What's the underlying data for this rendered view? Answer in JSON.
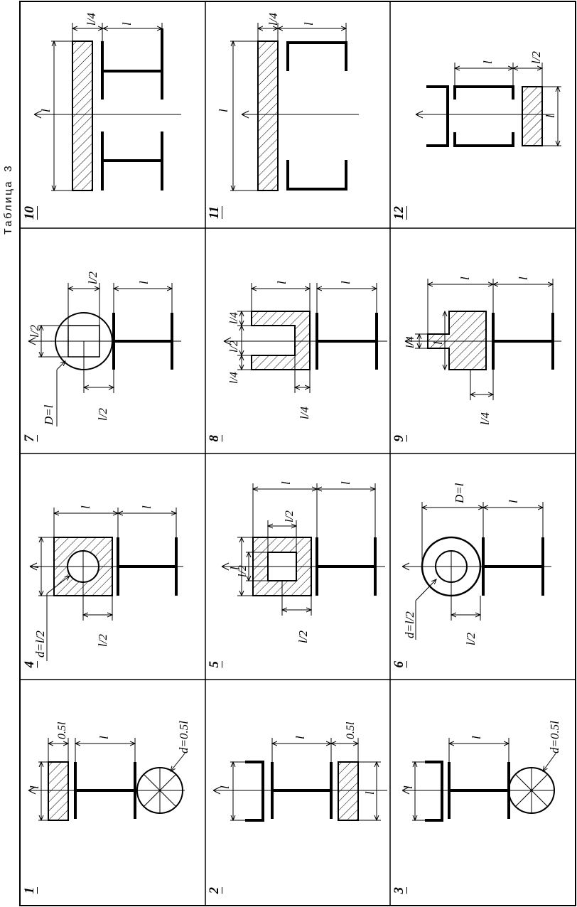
{
  "table": {
    "caption": "Таблица 3"
  },
  "cells": {
    "c1": {
      "number": "1",
      "labels": [
        "l",
        "0.5l",
        "l",
        "d=0.5l"
      ]
    },
    "c2": {
      "number": "2",
      "labels": [
        "l",
        "l",
        "0.5l",
        "l"
      ]
    },
    "c3": {
      "number": "3",
      "labels": [
        "l",
        "l",
        "d=0.5l"
      ]
    },
    "c4": {
      "number": "4",
      "labels": [
        "l",
        "l",
        "l",
        "d=l/2",
        "l/2"
      ]
    },
    "c5": {
      "number": "5",
      "labels": [
        "l",
        "l/2",
        "l/2",
        "l",
        "l",
        "l/2"
      ]
    },
    "c6": {
      "number": "6",
      "labels": [
        "D=l",
        "l",
        "d=l/2",
        "l/2"
      ]
    },
    "c7": {
      "number": "7",
      "labels": [
        "l/2",
        "l/2",
        "l",
        "D=l",
        "l/2"
      ]
    },
    "c8": {
      "number": "8",
      "labels": [
        "l/4",
        "l/2",
        "l/4",
        "l",
        "l",
        "l/4"
      ]
    },
    "c9": {
      "number": "9",
      "labels": [
        "l/4",
        "l",
        "l",
        "l",
        "l/4"
      ]
    },
    "c10": {
      "number": "10",
      "labels": [
        "l/4",
        "l",
        "l"
      ]
    },
    "c11": {
      "number": "11",
      "labels": [
        "l/4",
        "l",
        "l"
      ]
    },
    "c12": {
      "number": "12",
      "labels": [
        "l/2",
        "l",
        "l"
      ]
    }
  }
}
